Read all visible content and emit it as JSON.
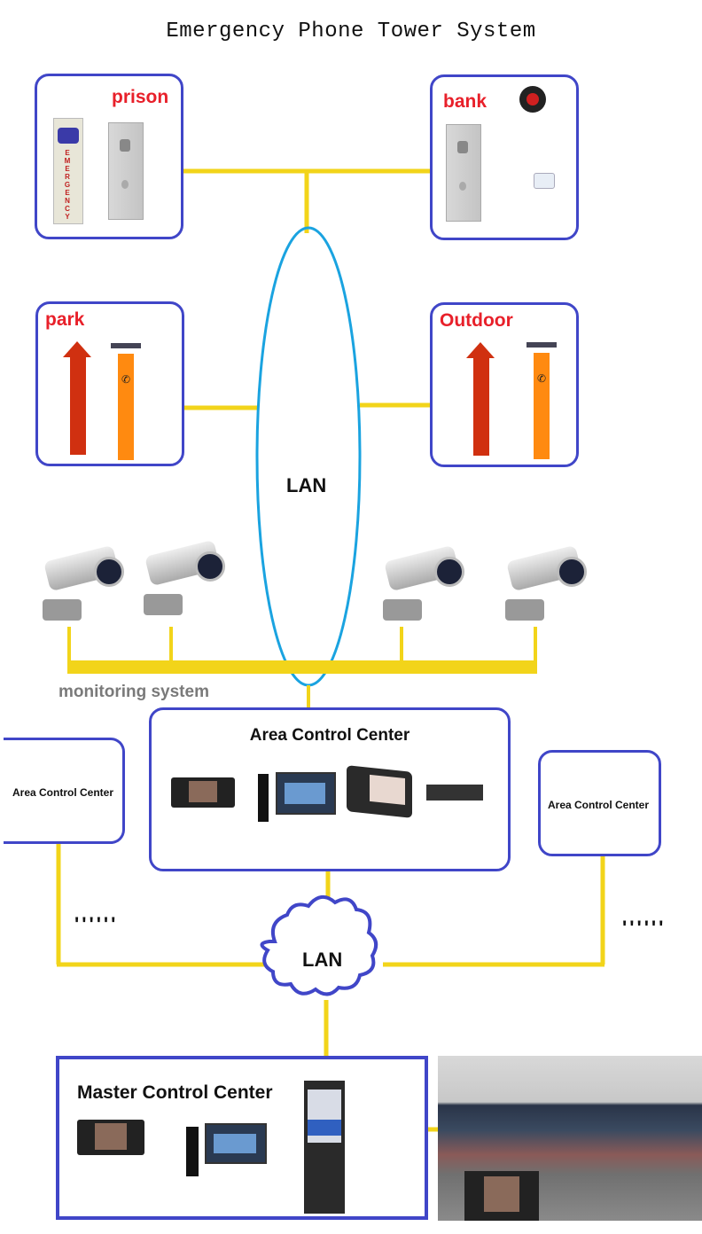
{
  "title": "Emergency Phone Tower System",
  "sites": [
    {
      "label": "prison",
      "devices": [
        "emergency-tower",
        "wall-intercom-panel"
      ]
    },
    {
      "label": "bank",
      "devices": [
        "wall-intercom-panel",
        "alarm-siren",
        "sensor"
      ]
    },
    {
      "label": "park",
      "devices": [
        "red-solar-tower",
        "orange-solar-tower"
      ]
    },
    {
      "label": "Outdoor",
      "devices": [
        "red-solar-tower",
        "orange-solar-tower"
      ]
    }
  ],
  "networks": {
    "lan_top": "LAN",
    "lan_bottom": "LAN"
  },
  "monitoring": {
    "label": "monitoring system",
    "camera_count": 4
  },
  "area_centers": {
    "main_title": "Area Control Center",
    "left_title": "Area Control Center",
    "right_title": "Area Control Center",
    "ellipsis_left": "''''''",
    "ellipsis_right": "''''''"
  },
  "master": {
    "title": "Master Control Center"
  },
  "colors": {
    "box_border": "#4046c8",
    "link": "#f2d41a",
    "lan_ellipse": "#1aa3e0",
    "site_label": "#e8202a",
    "monitoring_label": "#7a7a7a"
  }
}
